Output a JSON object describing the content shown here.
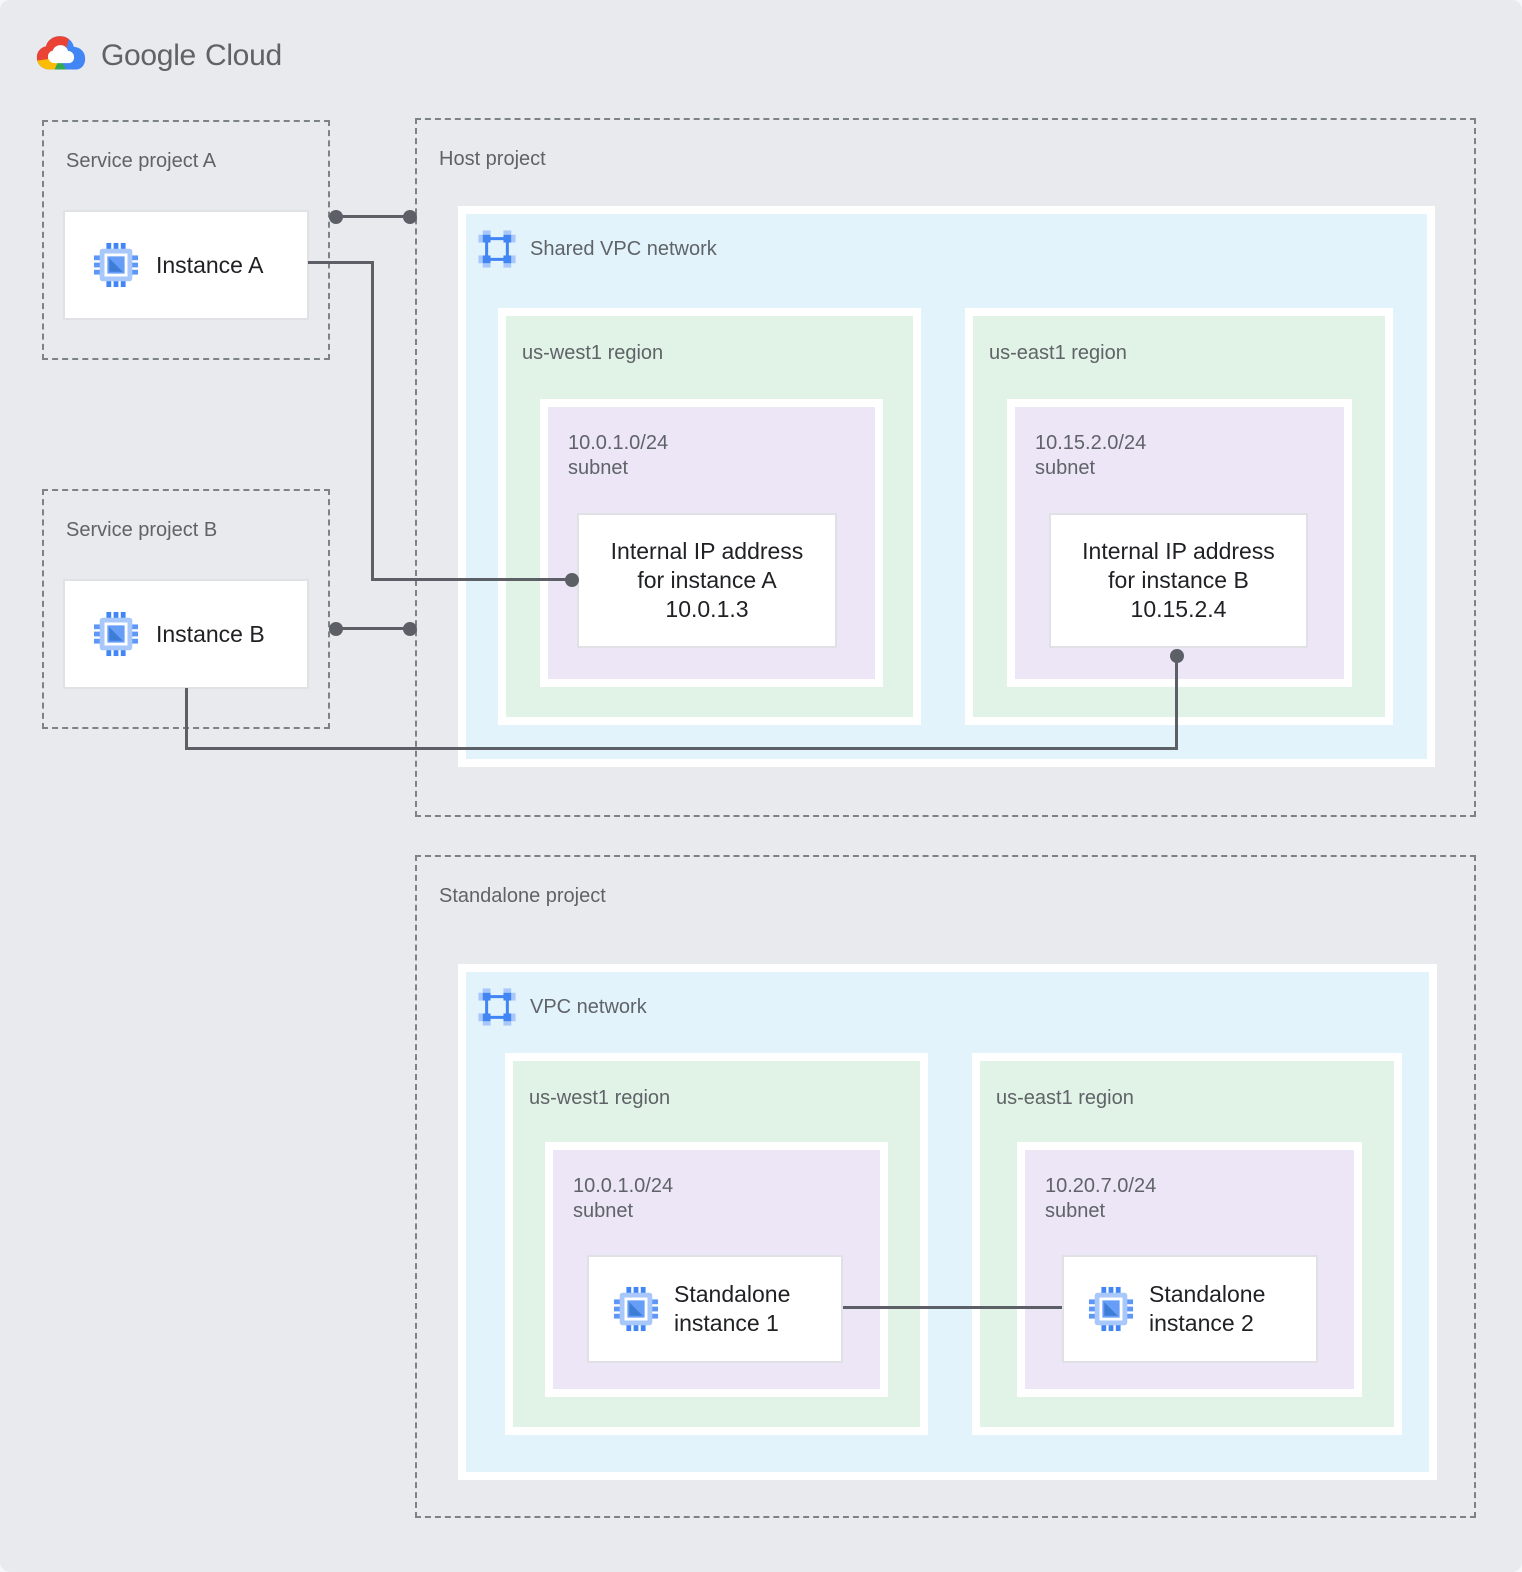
{
  "logo": {
    "part1": "Google",
    "part2": "Cloud"
  },
  "colors": {
    "background": "#E8EAED",
    "zone_blue": "#E2F3FB",
    "zone_green": "#E1F2E7",
    "zone_purple": "#ECE6F6",
    "accent_blue": "#4285F4",
    "connector": "#5C6066",
    "label_gray": "#5F6368",
    "text_dark": "#202124"
  },
  "service_project_a": {
    "title": "Service project A",
    "instance_label": "Instance A"
  },
  "service_project_b": {
    "title": "Service project B",
    "instance_label": "Instance B"
  },
  "host_project": {
    "title": "Host project",
    "network_label": "Shared VPC network",
    "regions": [
      {
        "title": "us-west1 region",
        "subnet_cidr": "10.0.1.0/24",
        "subnet_label": "subnet",
        "ip_card": {
          "line1": "Internal IP address",
          "line2": "for instance A",
          "line3": "10.0.1.3"
        }
      },
      {
        "title": "us-east1 region",
        "subnet_cidr": "10.15.2.0/24",
        "subnet_label": "subnet",
        "ip_card": {
          "line1": "Internal IP address",
          "line2": "for instance B",
          "line3": "10.15.2.4"
        }
      }
    ]
  },
  "standalone_project": {
    "title": "Standalone project",
    "network_label": "VPC network",
    "regions": [
      {
        "title": "us-west1 region",
        "subnet_cidr": "10.0.1.0/24",
        "subnet_label": "subnet",
        "instance": {
          "line1": "Standalone",
          "line2": "instance 1"
        }
      },
      {
        "title": "us-east1 region",
        "subnet_cidr": "10.20.7.0/24",
        "subnet_label": "subnet",
        "instance": {
          "line1": "Standalone",
          "line2": "instance 2"
        }
      }
    ]
  }
}
